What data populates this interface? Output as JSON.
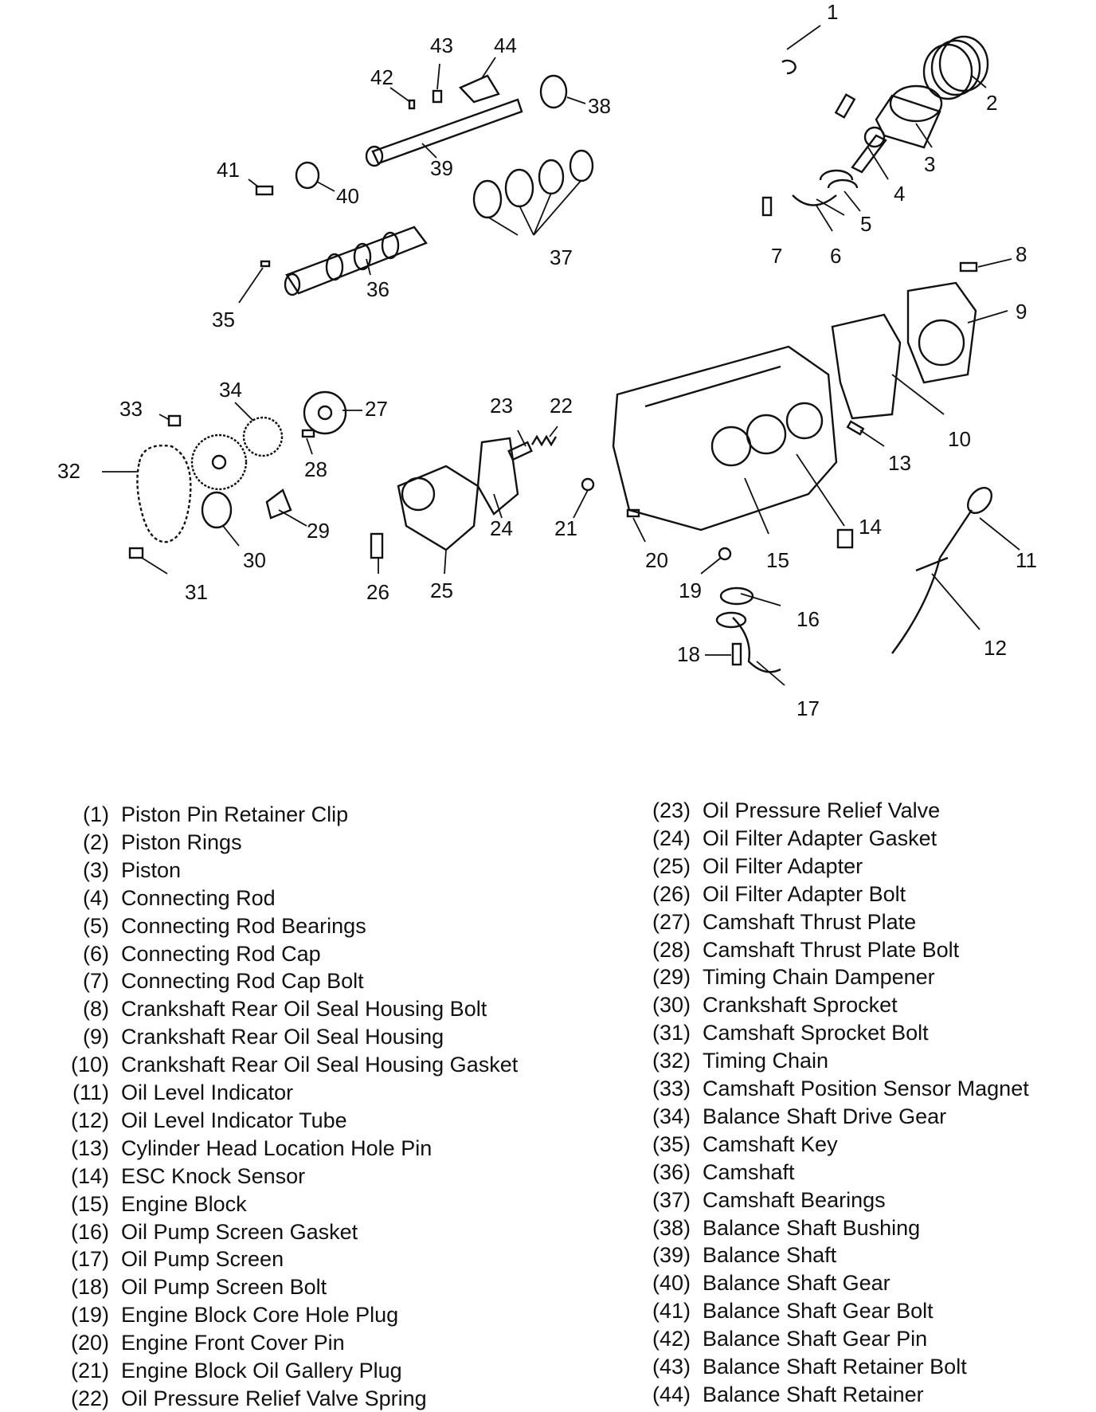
{
  "legend_left": [
    {
      "num": "(1)",
      "name": "Piston Pin Retainer Clip"
    },
    {
      "num": "(2)",
      "name": "Piston Rings"
    },
    {
      "num": "(3)",
      "name": "Piston"
    },
    {
      "num": "(4)",
      "name": "Connecting Rod"
    },
    {
      "num": "(5)",
      "name": "Connecting Rod Bearings"
    },
    {
      "num": "(6)",
      "name": "Connecting Rod Cap"
    },
    {
      "num": "(7)",
      "name": "Connecting Rod Cap Bolt"
    },
    {
      "num": "(8)",
      "name": "Crankshaft Rear Oil Seal Housing Bolt"
    },
    {
      "num": "(9)",
      "name": "Crankshaft Rear Oil Seal Housing"
    },
    {
      "num": "(10)",
      "name": "Crankshaft Rear Oil Seal Housing Gasket"
    },
    {
      "num": "(11)",
      "name": "Oil Level Indicator"
    },
    {
      "num": "(12)",
      "name": "Oil Level Indicator Tube"
    },
    {
      "num": "(13)",
      "name": "Cylinder Head Location Hole Pin"
    },
    {
      "num": "(14)",
      "name": "ESC Knock Sensor"
    },
    {
      "num": "(15)",
      "name": "Engine Block"
    },
    {
      "num": "(16)",
      "name": "Oil Pump Screen Gasket"
    },
    {
      "num": "(17)",
      "name": "Oil Pump Screen"
    },
    {
      "num": "(18)",
      "name": "Oil Pump Screen Bolt"
    },
    {
      "num": "(19)",
      "name": "Engine Block Core Hole Plug"
    },
    {
      "num": "(20)",
      "name": "Engine Front Cover Pin"
    },
    {
      "num": "(21)",
      "name": "Engine Block Oil Gallery Plug"
    },
    {
      "num": "(22)",
      "name": "Oil Pressure Relief Valve Spring"
    }
  ],
  "legend_right": [
    {
      "num": "(23)",
      "name": "Oil Pressure Relief Valve"
    },
    {
      "num": "(24)",
      "name": "Oil Filter Adapter Gasket"
    },
    {
      "num": "(25)",
      "name": "Oil Filter Adapter"
    },
    {
      "num": "(26)",
      "name": "Oil Filter Adapter Bolt"
    },
    {
      "num": "(27)",
      "name": "Camshaft Thrust Plate"
    },
    {
      "num": "(28)",
      "name": "Camshaft Thrust Plate Bolt"
    },
    {
      "num": "(29)",
      "name": "Timing Chain Dampener"
    },
    {
      "num": "(30)",
      "name": "Crankshaft Sprocket"
    },
    {
      "num": "(31)",
      "name": "Camshaft Sprocket Bolt"
    },
    {
      "num": "(32)",
      "name": "Timing Chain"
    },
    {
      "num": "(33)",
      "name": "Camshaft Position Sensor Magnet"
    },
    {
      "num": "(34)",
      "name": "Balance Shaft Drive Gear"
    },
    {
      "num": "(35)",
      "name": "Camshaft Key"
    },
    {
      "num": "(36)",
      "name": "Camshaft"
    },
    {
      "num": "(37)",
      "name": "Camshaft Bearings"
    },
    {
      "num": "(38)",
      "name": "Balance Shaft Bushing"
    },
    {
      "num": "(39)",
      "name": "Balance Shaft"
    },
    {
      "num": "(40)",
      "name": "Balance Shaft Gear"
    },
    {
      "num": "(41)",
      "name": "Balance Shaft Gear Bolt"
    },
    {
      "num": "(42)",
      "name": "Balance Shaft Gear Pin"
    },
    {
      "num": "(43)",
      "name": "Balance Shaft Retainer Bolt"
    },
    {
      "num": "(44)",
      "name": "Balance Shaft Retainer"
    }
  ],
  "callouts": [
    "1",
    "2",
    "3",
    "4",
    "5",
    "6",
    "7",
    "8",
    "9",
    "10",
    "11",
    "12",
    "13",
    "14",
    "15",
    "16",
    "17",
    "18",
    "19",
    "20",
    "21",
    "22",
    "23",
    "24",
    "25",
    "26",
    "27",
    "28",
    "29",
    "30",
    "31",
    "32",
    "33",
    "34",
    "35",
    "36",
    "37",
    "38",
    "39",
    "40",
    "41",
    "42",
    "43",
    "44"
  ]
}
